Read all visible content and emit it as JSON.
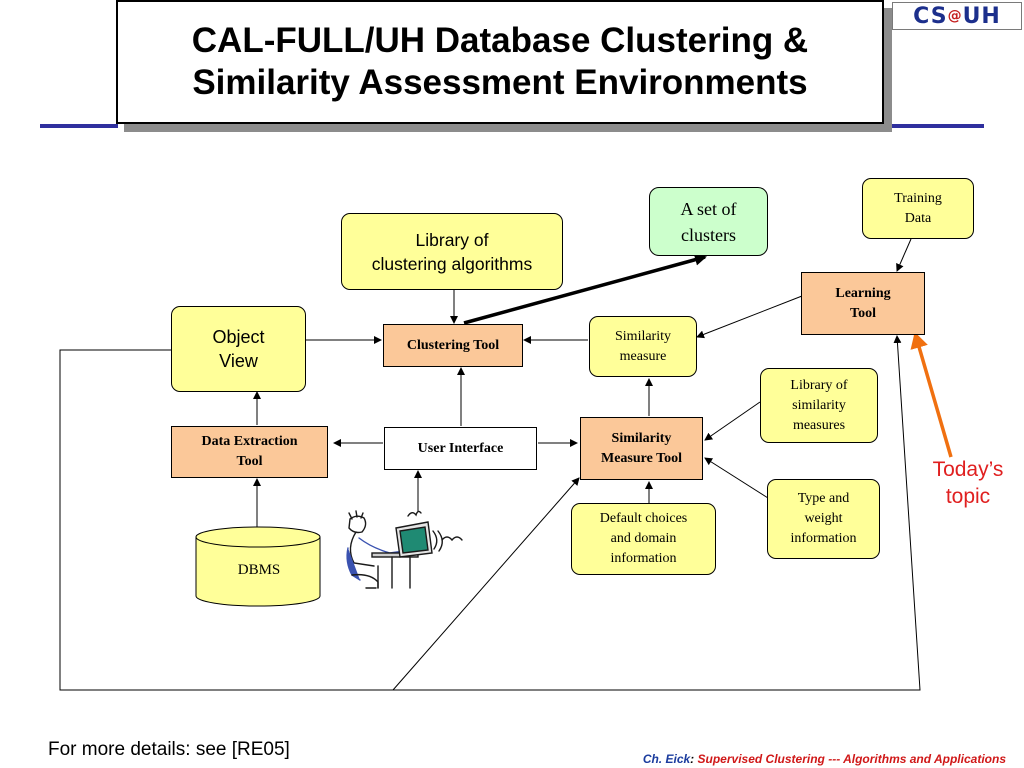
{
  "slide": {
    "title": "CAL-FULL/UH Database Clustering &\nSimilarity Assessment Environments",
    "logo": {
      "left": "CS",
      "mid": "@",
      "right": "UH"
    },
    "details_note": "For more details: see [RE05]",
    "footer": {
      "author": "Ch. Eick",
      "separator": ": ",
      "course": "Supervised Clustering --- Algorithms and Applications"
    }
  },
  "diagram": {
    "nodes": {
      "library_clustering": "Library of\nclustering algorithms",
      "set_of_clusters": "A set of\nclusters",
      "training_data": "Training\nData",
      "learning_tool": "Learning\nTool",
      "object_view": "Object\nView",
      "clustering_tool": "Clustering Tool",
      "similarity_measure": "Similarity\nmeasure",
      "library_similarity": "Library of\nsimilarity\nmeasures",
      "data_extraction_tool": "Data Extraction\nTool",
      "user_interface": "User Interface",
      "similarity_measure_tool": "Similarity\nMeasure Tool",
      "dbms": "DBMS",
      "default_choices": "Default choices\nand domain\ninformation",
      "type_weight": "Type and\nweight\ninformation"
    },
    "callout": "Today’s\ntopic",
    "colors": {
      "yellow_box": "#ffff99",
      "green_box": "#ccffcc",
      "orange_box": "#fbc899",
      "callout_arrow": "#f07010",
      "title_rule": "#2f2f9e"
    }
  }
}
